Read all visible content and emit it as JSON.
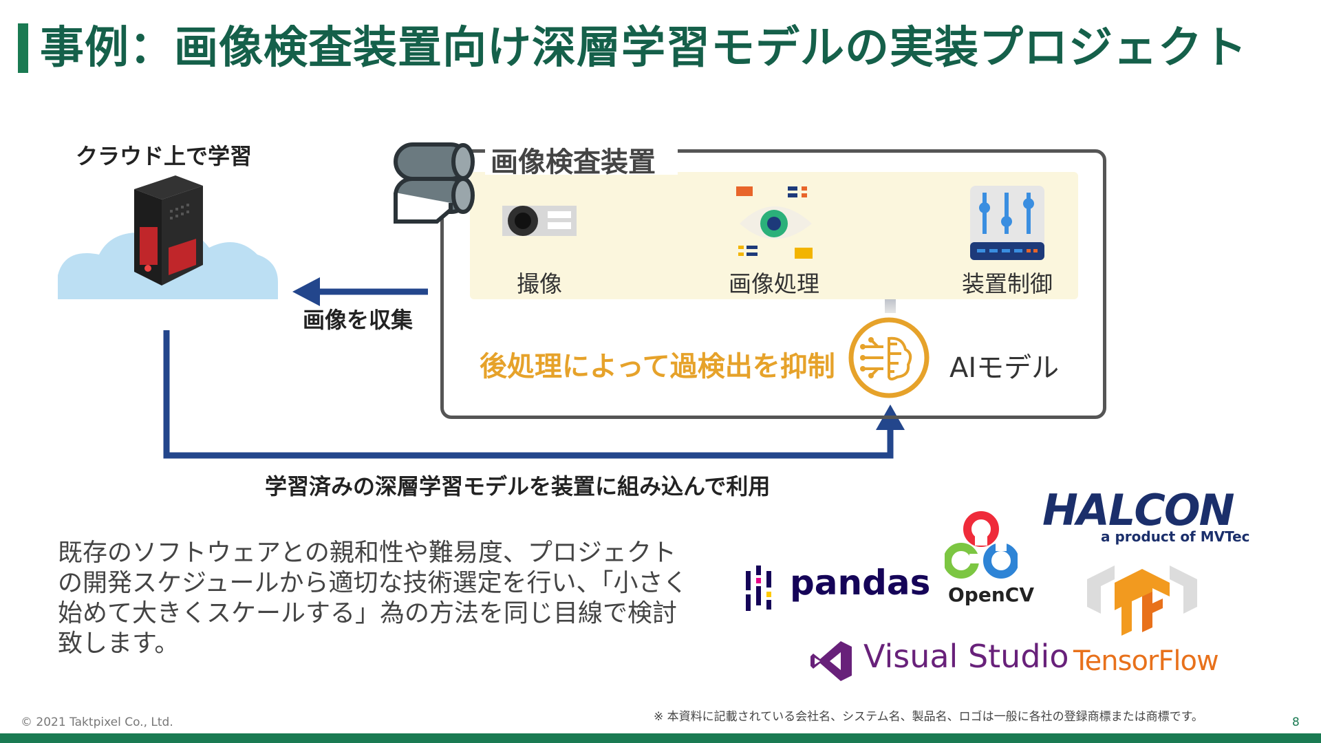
{
  "title": "事例：画像検査装置向け深層学習モデルの実装プロジェクト",
  "cloud": {
    "label": "クラウド上で学習"
  },
  "collect_arrow": {
    "label": "画像を収集"
  },
  "device": {
    "title": "画像検査装置",
    "steps": [
      {
        "label": "撮像",
        "icon": "camera-icon"
      },
      {
        "label": "画像処理",
        "icon": "eye-scan-icon"
      },
      {
        "label": "装置制御",
        "icon": "control-sliders-icon"
      }
    ],
    "suppress_text": "後処理によって過検出を抑制",
    "ai_model_label": "AIモデル"
  },
  "flow_label": "学習済みの深層学習モデルを装置に組み込んで利用",
  "description": "既存のソフトウェアとの親和性や難易度、プロジェクトの開発スケジュールから適切な技術選定を行い、「小さく始めて大きくスケールする」為の方法を同じ目線で検討致します。",
  "logos": {
    "halcon": "HALCON",
    "halcon_sub": "a product of MVTec",
    "pandas": "pandas",
    "opencv": "OpenCV",
    "visual_studio": "Visual Studio",
    "tensorflow": "TensorFlow"
  },
  "footer": {
    "copyright": "© 2021 Taktpixel Co., Ltd.",
    "disclaimer": "※ 本資料に記載されている会社名、システム名、製品名、ロゴは一般に各社の登録商標または商標です。",
    "page_number": "8"
  },
  "colors": {
    "brand_green": "#1a7a52",
    "arrow_blue": "#23468c",
    "accent_orange": "#e6a22a",
    "band_yellow": "#fbf6dd"
  }
}
